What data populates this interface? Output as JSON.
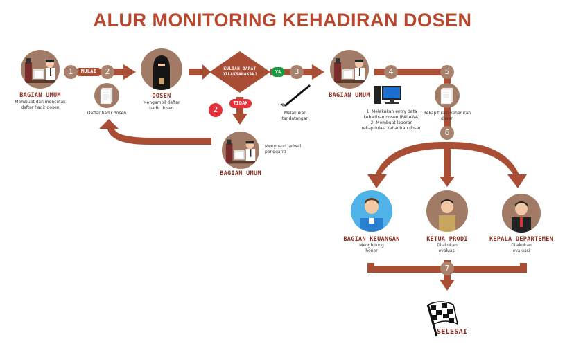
{
  "title": "ALUR MONITORING KEHADIRAN DOSEN",
  "colors": {
    "arrow": "#a94e34",
    "circle": "#a27b66",
    "red": "#e5303a",
    "green": "#1c9a43",
    "title": "#b9472e"
  },
  "steps": {
    "s1": "1",
    "s2": "2",
    "s2b": "2",
    "s3": "3",
    "s4": "4",
    "s5": "5",
    "s6": "6",
    "s7": "7"
  },
  "tags": {
    "mulai": "MULAI",
    "ya": "YA",
    "tidak": "TIDAK"
  },
  "decision": {
    "line1": "KULIAH DAPAT",
    "line2": "DILAKSANAKAN?"
  },
  "nodes": {
    "bagian_umum_1": {
      "label": "BAGIAN UMUM",
      "desc": "Membuat dan mencetak\ndaftar hadir dosen"
    },
    "daftar_hadir": {
      "desc": "Daftar hadir dosen"
    },
    "dosen": {
      "label": "DOSEN",
      "desc": "Mengambil daftar\nhadir dosen"
    },
    "tandatangan": {
      "desc": "Melakukan\ntandatangan"
    },
    "bagian_umum_2": {
      "label": "BAGIAN UMUM",
      "desc": "1. Melakukan entry data\nkehadiran dosen (PALAWA)\n2. Membuat laporan\nrekapitulasi kehadiran dosen"
    },
    "rekap": {
      "desc": "Rekapitulasi kehadiran\ndosen"
    },
    "bagian_umum_3": {
      "label": "BAGIAN UMUM",
      "desc": "Menyusun jadwal\npengganti"
    },
    "keuangan": {
      "label": "BAGIAN KEUANGAN",
      "desc": "Menghitung\nhonor"
    },
    "prodi": {
      "label": "KETUA PRODI",
      "desc": "Dilakukan\nevaluasi"
    },
    "departemen": {
      "label": "KEPALA DEPARTEMEN",
      "desc": "Dilakukan\nevaluasi"
    },
    "selesai": {
      "label": "SELESAI"
    }
  }
}
